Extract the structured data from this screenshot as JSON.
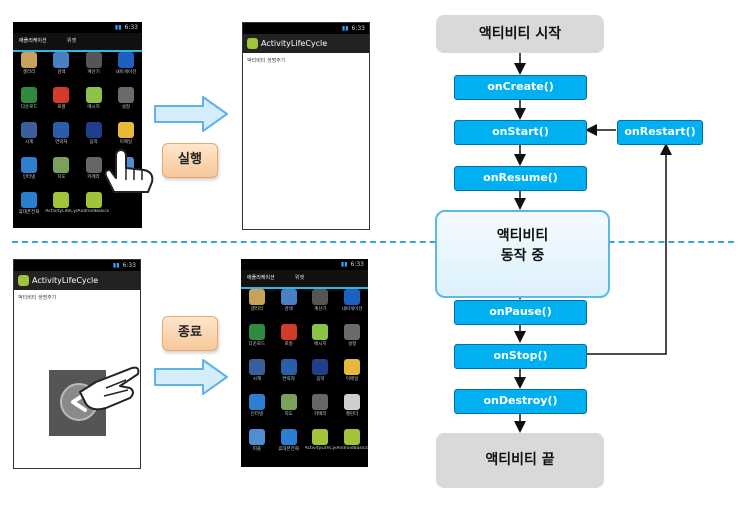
{
  "phone_launcher": {
    "clock": "6:33",
    "tabs": [
      "애플리케이션",
      "위젯"
    ],
    "apps": [
      {
        "label": "갤러리",
        "icon": "gallery-icon",
        "color": "#c8a25a"
      },
      {
        "label": "검색",
        "icon": "search-icon",
        "color": "#4a7fc1"
      },
      {
        "label": "계산기",
        "icon": "calculator-icon",
        "color": "#555555"
      },
      {
        "label": "내비게이션",
        "icon": "navigation-icon",
        "color": "#1e5fbf"
      },
      {
        "label": "다운로드",
        "icon": "download-icon",
        "color": "#2e8b3e"
      },
      {
        "label": "로컬",
        "icon": "local-icon",
        "color": "#d23a2a"
      },
      {
        "label": "메시지",
        "icon": "message-icon",
        "color": "#8bc34a"
      },
      {
        "label": "설정",
        "icon": "settings-icon",
        "color": "#6b6b6b"
      },
      {
        "label": "시계",
        "icon": "clock-icon",
        "color": "#3a5f9a"
      },
      {
        "label": "연락처",
        "icon": "contacts-icon",
        "color": "#2a5ea8"
      },
      {
        "label": "음악",
        "icon": "music-icon",
        "color": "#1f3f8a"
      },
      {
        "label": "이메일",
        "icon": "email-icon",
        "color": "#e8b83a"
      },
      {
        "label": "인터넷",
        "icon": "internet-icon",
        "color": "#2f7fd1"
      },
      {
        "label": "지도",
        "icon": "map-icon",
        "color": "#7ba05b"
      },
      {
        "label": "카메라",
        "icon": "camera-icon",
        "color": "#666666"
      },
      {
        "label": "캘린더",
        "icon": "calendar-icon",
        "color": "#cfcfcf"
      },
      {
        "label": "피플",
        "icon": "people-icon",
        "color": "#4f8fd1"
      },
      {
        "label": "휴대폰전화",
        "icon": "phone-icon",
        "color": "#2a7fd1"
      },
      {
        "label": "ActivityLifeCycle",
        "icon": "android-icon",
        "color": "#9fc43a"
      },
      {
        "label": "AndroidBasicsTest",
        "icon": "android-icon",
        "color": "#9fc43a"
      }
    ]
  },
  "phone_app": {
    "clock": "6:33",
    "title": "ActivityLifeCycle",
    "body": "액티비티 생명주기"
  },
  "labels": {
    "run": "실행",
    "exit": "종료"
  },
  "flow": {
    "start": "액티비티 시작",
    "onCreate": "onCreate()",
    "onStart": "onStart()",
    "onRestart": "onRestart()",
    "onResume": "onResume()",
    "running_line1": "액티비티",
    "running_line2": "동작 중",
    "onPause": "onPause()",
    "onStop": "onStop()",
    "onDestroy": "onDestroy()",
    "end": "액티비티 끝"
  }
}
